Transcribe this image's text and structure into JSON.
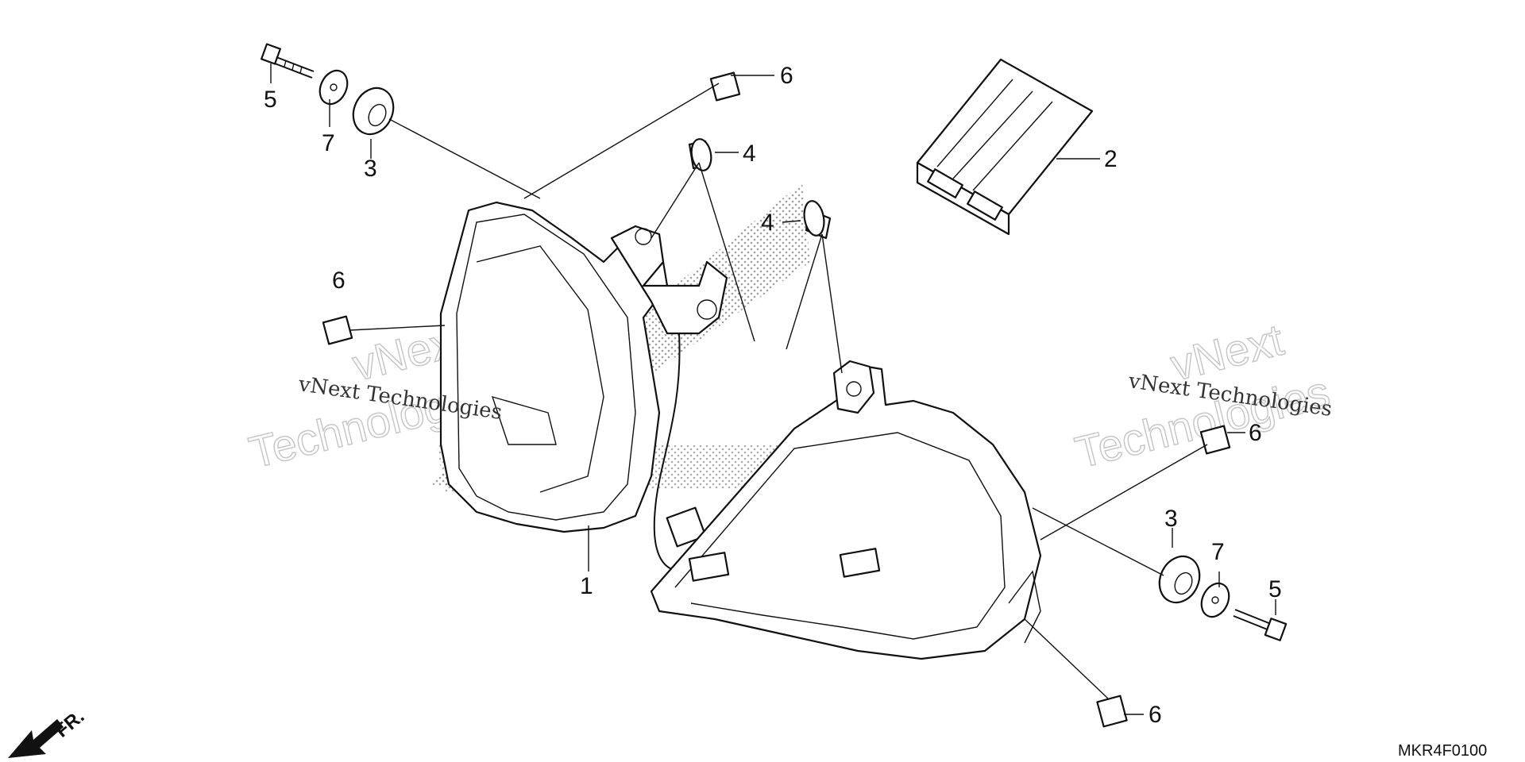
{
  "diagram_code": "MKR4F0100",
  "front_marker": "FR.",
  "watermarks": {
    "left_small": "vNext Technologies",
    "left_big_line1": "vNext",
    "left_big_line2": "Technologies",
    "right_small": "vNext Technologies",
    "right_big_line1": "vNext",
    "right_big_line2": "Technologies"
  },
  "callouts": {
    "c1": "1",
    "c2": "2",
    "c3_left": "3",
    "c3_right": "3",
    "c4_top": "4",
    "c4_mid": "4",
    "c5_left": "5",
    "c5_right": "5",
    "c6_top": "6",
    "c6_left": "6",
    "c6_right": "6",
    "c6_bottom": "6",
    "c7_left": "7",
    "c7_right": "7"
  }
}
